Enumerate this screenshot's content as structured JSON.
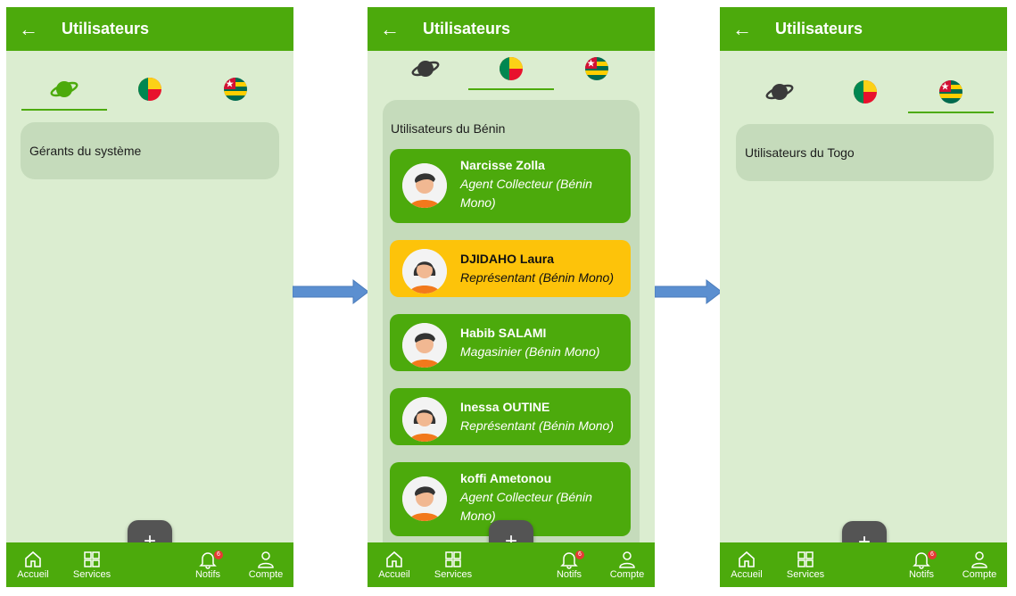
{
  "app": {
    "title": "Utilisateurs"
  },
  "screens": [
    {
      "section_label": "Gérants du système",
      "active_tab": "world"
    },
    {
      "section_label": "Utilisateurs du Bénin",
      "active_tab": "benin",
      "users": [
        {
          "name": "Narcisse Zolla",
          "role": "Agent Collecteur (Bénin Mono)",
          "gender": "male",
          "highlight": false
        },
        {
          "name": "DJIDAHO Laura",
          "role": "Représentant (Bénin Mono)",
          "gender": "female",
          "highlight": true
        },
        {
          "name": "Habib SALAMI",
          "role": "Magasinier (Bénin Mono)",
          "gender": "male",
          "highlight": false
        },
        {
          "name": "Inessa OUTINE",
          "role": "Représentant (Bénin Mono)",
          "gender": "female",
          "highlight": false
        },
        {
          "name": "koffi Ametonou",
          "role": "Agent Collecteur (Bénin Mono)",
          "gender": "male",
          "highlight": false
        }
      ]
    },
    {
      "section_label": "Utilisateurs du Togo",
      "active_tab": "togo"
    }
  ],
  "tabs": [
    {
      "id": "world",
      "icon": "planet-icon"
    },
    {
      "id": "benin",
      "icon": "benin-flag-icon"
    },
    {
      "id": "togo",
      "icon": "togo-flag-icon"
    }
  ],
  "nav": {
    "home": "Accueil",
    "services": "Services",
    "notifs": "Notifs",
    "account": "Compte",
    "notif_count": "6",
    "fab_label": "+"
  },
  "colors": {
    "primary": "#4caa0c",
    "background": "#dbedd0",
    "card": "#c5dbbb",
    "highlight": "#fdc30a",
    "fab": "#545454",
    "arrow": "#5b8fd0"
  }
}
